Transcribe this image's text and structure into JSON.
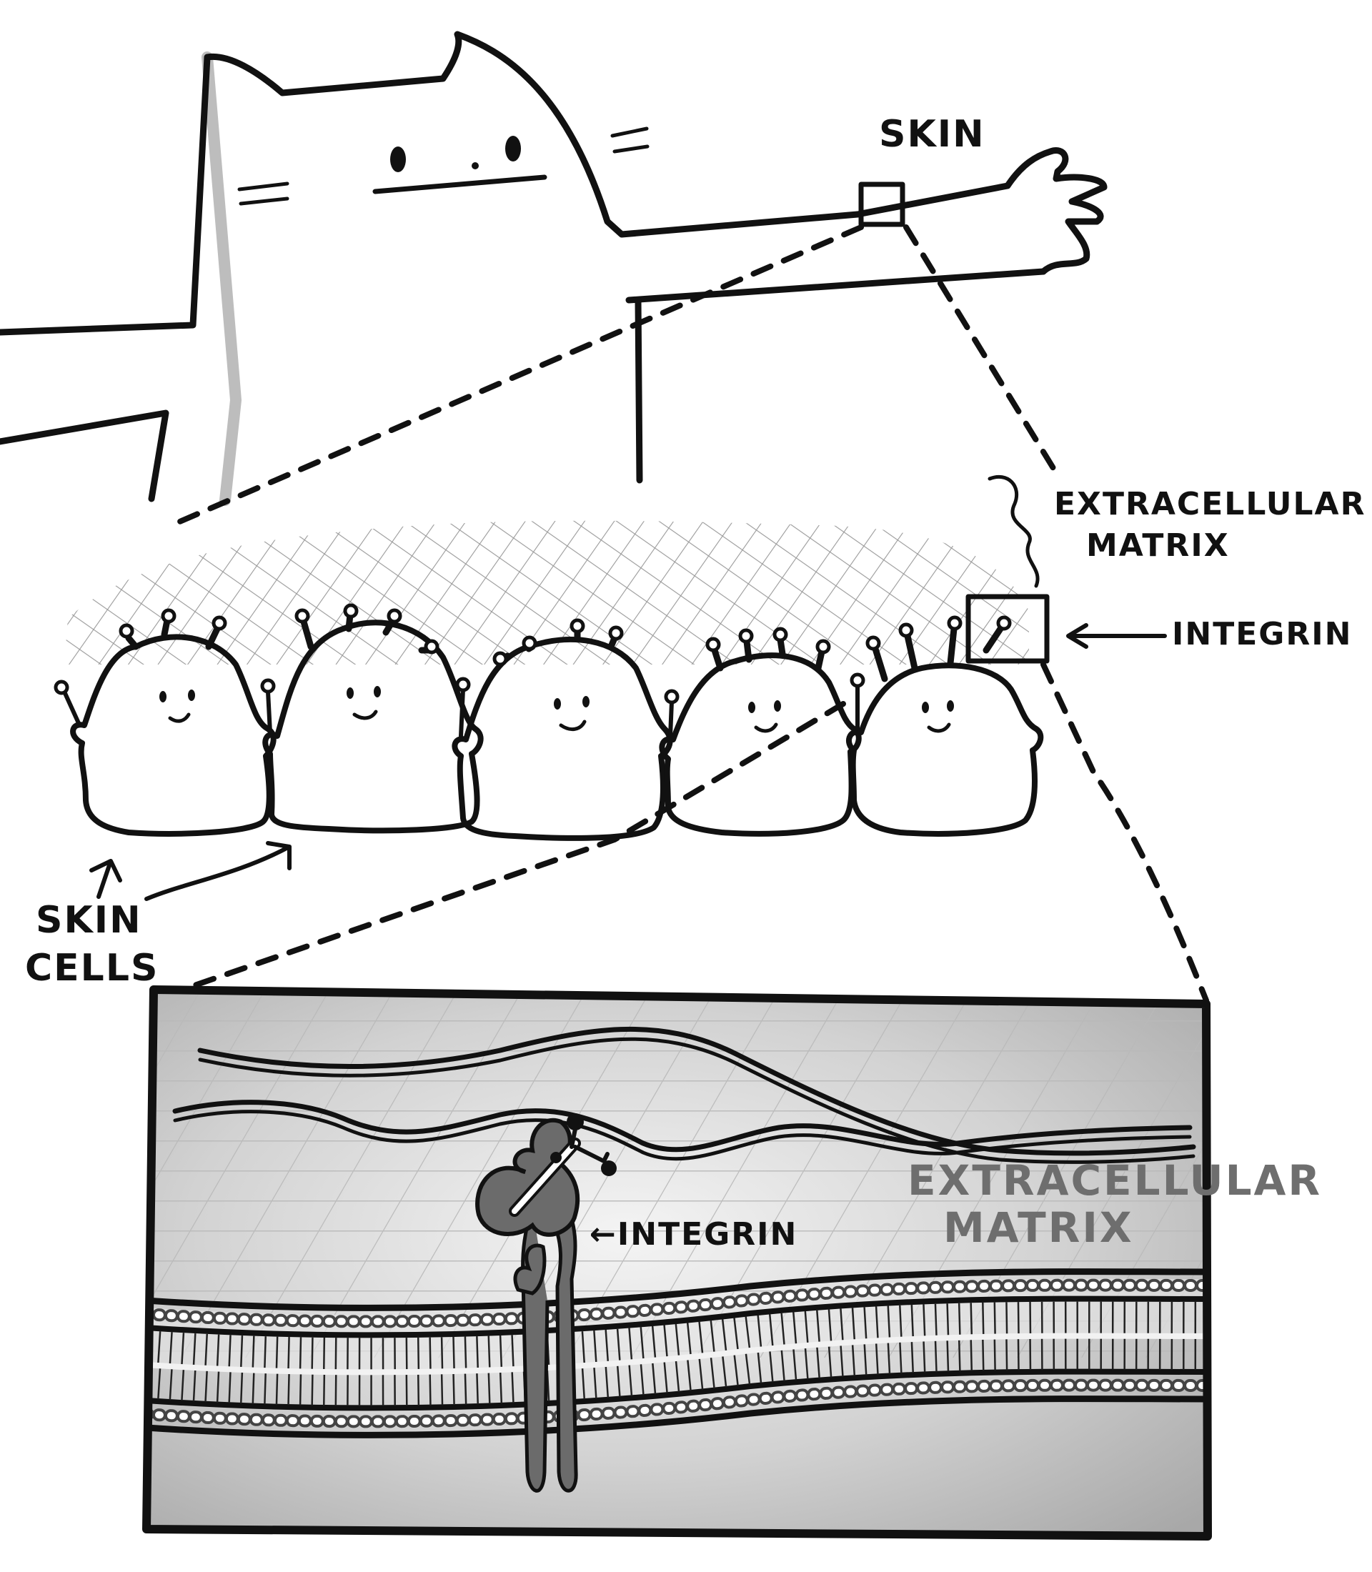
{
  "labels": {
    "skin": "SKIN",
    "extracellular_matrix_line1": "EXTRACELLULAR",
    "extracellular_matrix_line2": "MATRIX",
    "integrin_top": "INTEGRIN",
    "skin_cells_line1": "SKIN",
    "skin_cells_line2": "CELLS",
    "integrin_zoom": "←INTEGRIN",
    "ecm_zoom_line1": "EXTRACELLULAR",
    "ecm_zoom_line2": "MATRIX"
  },
  "icons": {
    "cat": "cat-icon",
    "skin_cell": "skin-cell-icon",
    "integrin": "integrin-protein-icon",
    "membrane": "lipid-bilayer-icon"
  },
  "colors": {
    "ink": "#111111",
    "mesh": "#9a9a9a",
    "panel_bg": "#c8c8c8",
    "integrin_fill": "#6b6b6b",
    "grey_label": "#6e6e6e"
  }
}
